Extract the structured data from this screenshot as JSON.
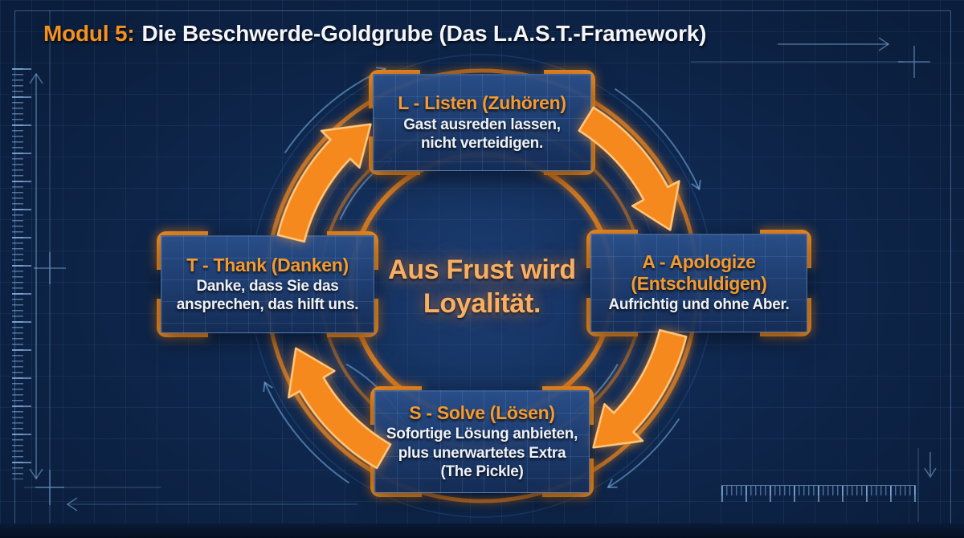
{
  "title": {
    "prefix": "Modul 5:",
    "text": "Die Beschwerde-Goldgrube (Das L.A.S.T.-Framework)"
  },
  "center": {
    "text": "Aus Frust wird\nLoyalität."
  },
  "cycle": {
    "direction": "clockwise",
    "steps": [
      {
        "id": "listen",
        "position": "top",
        "heading": "L - Listen (Zuhören)",
        "body": "Gast ausreden lassen,\nnicht verteidigen."
      },
      {
        "id": "apologize",
        "position": "right",
        "heading": "A - Apologize\n(Entschuldigen)",
        "body": "Aufrichtig und ohne Aber."
      },
      {
        "id": "solve",
        "position": "bottom",
        "heading": "S - Solve (Lösen)",
        "body": "Sofortige Lösung anbieten,\nplus unerwartetes Extra\n(The Pickle)"
      },
      {
        "id": "thank",
        "position": "left",
        "heading": "T - Thank (Danken)",
        "body": "Danke, dass Sie das\nansprechen, das hilft uns."
      }
    ]
  },
  "icons": {
    "flow_arrow": "curved-clockwise-arrow",
    "frame_corner": "orange-bracket-corner",
    "blueprint_marks": "ruler-ticks-crosshairs-dimension-arrows"
  },
  "colors": {
    "background_navy": "#0E2549",
    "accent_orange": "#F6891D",
    "bracket_orange": "#F08C22",
    "heading_orange": "#F49A2E",
    "center_text_orange": "#F8AF63",
    "blueprint_blue": "#7AB4E8",
    "text_white": "#EEF2F8"
  }
}
